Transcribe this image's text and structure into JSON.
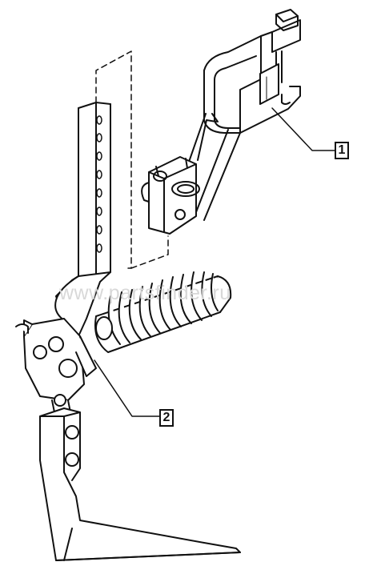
{
  "diagram": {
    "callouts": [
      {
        "id": "1",
        "label": "1"
      },
      {
        "id": "2",
        "label": "2"
      }
    ],
    "watermark": "www.partsfinder.ru",
    "colors": {
      "line": "#111111",
      "background": "#ffffff",
      "watermark": "#d8d8d8"
    }
  }
}
